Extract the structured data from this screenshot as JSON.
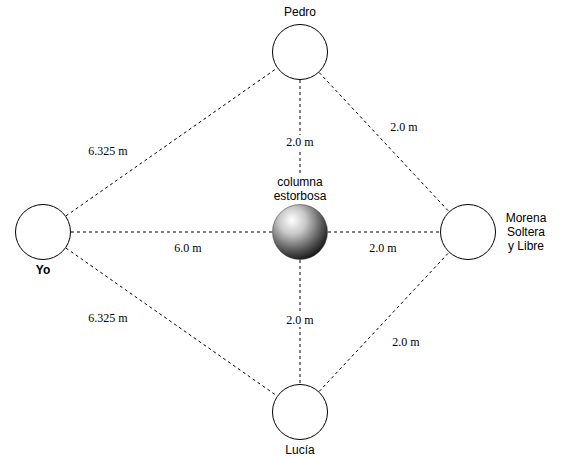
{
  "diagram": {
    "nodes": [
      {
        "text": [
          "Pedro"
        ]
      },
      {
        "text": [
          "Yo"
        ]
      },
      {
        "text": [
          "columna estorbosa"
        ]
      },
      {
        "text": [
          "Morena Soltera y Libre"
        ]
      },
      {
        "text": [
          "Lucía"
        ]
      }
    ],
    "edges": [
      {
        "from": 1,
        "to": 0,
        "arrow": "none",
        "label": "6.325 m"
      },
      {
        "from": 1,
        "to": 2,
        "arrow": "none",
        "label": "6.0 m"
      },
      {
        "from": 1,
        "to": 4,
        "arrow": "none",
        "label": "6.325 m"
      },
      {
        "from": 0,
        "to": 2,
        "arrow": "none",
        "label": "2.0 m"
      },
      {
        "from": 0,
        "to": 3,
        "arrow": "none",
        "label": "2.0 m"
      },
      {
        "from": 2,
        "to": 3,
        "arrow": "none",
        "label": "2.0 m"
      },
      {
        "from": 2,
        "to": 4,
        "arrow": "none",
        "label": "2.0 m"
      },
      {
        "from": 4,
        "to": 3,
        "arrow": "none",
        "label": "2.0 m"
      }
    ]
  }
}
